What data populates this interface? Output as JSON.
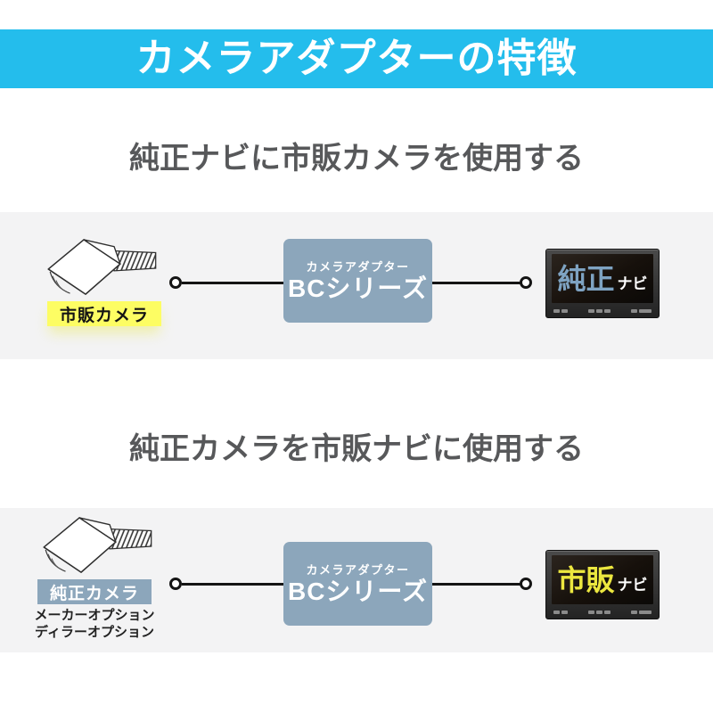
{
  "header": {
    "title": "カメラアダプターの特徴",
    "bg_color": "#24bdec",
    "text_color": "#ffffff"
  },
  "adapter_box": {
    "label_top": "カメラアダプター",
    "label_main": "BCシリーズ",
    "bg_color": "#8ca6bb"
  },
  "sections": [
    {
      "title": "純正ナビに市販カメラを使用する",
      "camera_label": "市販カメラ",
      "camera_label_bg": "#fdfd63",
      "camera_label_text_color": "#141414",
      "monitor_main": "純正",
      "monitor_main_color": "#7ea3c2",
      "monitor_sub": "ナビ",
      "notes": []
    },
    {
      "title": "純正カメラを市販ナビに使用する",
      "camera_label": "純正カメラ",
      "camera_label_bg": "#8ca6bb",
      "camera_label_text_color": "#ffffff",
      "monitor_main": "市販",
      "monitor_main_color": "#ece73f",
      "monitor_sub": "ナビ",
      "notes": [
        "メーカーオプション",
        "ディラーオプション"
      ]
    }
  ],
  "icons": {
    "camera": "line-art rear camera with hatched cable",
    "connector_dot": "open circle plug",
    "monitor": "car navigation head unit with button strip"
  },
  "colors": {
    "band_bg": "#f3f3f4",
    "title_color": "#57585a",
    "connector_line": "#141414",
    "monitor_frame": "#2e2e2e",
    "monitor_screen": "#16100b"
  }
}
